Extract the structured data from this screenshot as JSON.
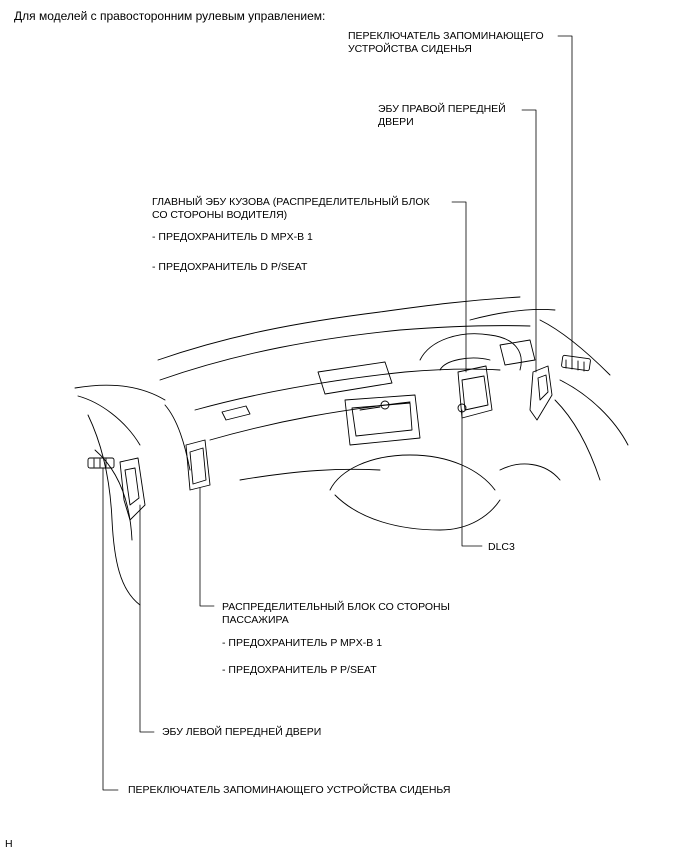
{
  "header": {
    "title": "Для моделей с правосторонним рулевым управлением:"
  },
  "labels": {
    "seat_memory_switch_right": [
      "ПЕРЕКЛЮЧАТЕЛЬ ЗАПОМИНАЮЩЕГО",
      "УСТРОЙСТВА СИДЕНЬЯ"
    ],
    "front_right_door_ecu": [
      "ЭБУ ПРАВОЙ ПЕРЕДНЕЙ",
      "ДВЕРИ"
    ],
    "main_body_ecu": {
      "lines": [
        "ГЛАВНЫЙ ЭБУ КУЗОВА (РАСПРЕДЕЛИТЕЛЬНЫЙ БЛОК",
        "СО СТОРОНЫ ВОДИТЕЛЯ)"
      ],
      "fuses": [
        "- ПРЕДОХРАНИТЕЛЬ D MPX-B 1",
        "- ПРЕДОХРАНИТЕЛЬ D P/SEAT"
      ]
    },
    "dlc3": "DLC3",
    "passenger_junction_block": {
      "lines": [
        "РАСПРЕДЕЛИТЕЛЬНЫЙ БЛОК СО СТОРОНЫ",
        "ПАССАЖИРА"
      ],
      "fuses": [
        "- ПРЕДОХРАНИТЕЛЬ P MPX-B 1",
        "- ПРЕДОХРАНИТЕЛЬ P P/SEAT"
      ]
    },
    "front_left_door_ecu": "ЭБУ ЛЕВОЙ ПЕРЕДНЕЙ ДВЕРИ",
    "seat_memory_switch_left": "ПЕРЕКЛЮЧАТЕЛЬ ЗАПОМИНАЮЩЕГО УСТРОЙСТВА СИДЕНЬЯ"
  },
  "footer": {
    "code": "H"
  }
}
